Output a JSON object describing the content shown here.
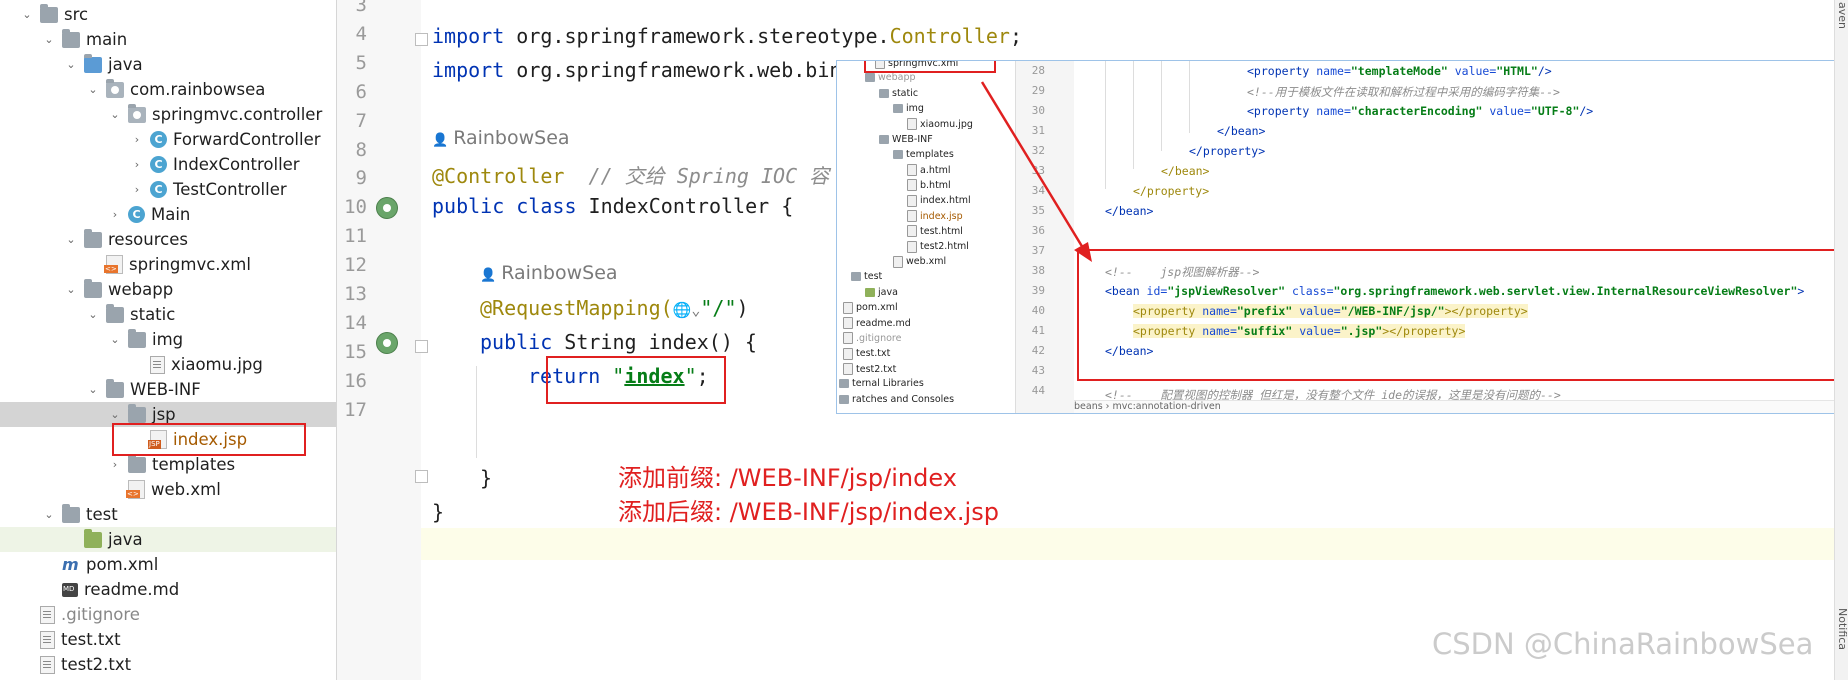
{
  "tree": {
    "items": [
      {
        "label": "src",
        "depth": 0,
        "expanded": true,
        "icon": "folder"
      },
      {
        "label": "main",
        "depth": 1,
        "expanded": true,
        "icon": "folder"
      },
      {
        "label": "java",
        "depth": 2,
        "expanded": true,
        "icon": "folder-blue"
      },
      {
        "label": "com.rainbowsea",
        "depth": 3,
        "expanded": true,
        "icon": "package"
      },
      {
        "label": "springmvc.controller",
        "depth": 4,
        "expanded": true,
        "icon": "package"
      },
      {
        "label": "ForwardController",
        "depth": 5,
        "collapsed": true,
        "icon": "class"
      },
      {
        "label": "IndexController",
        "depth": 5,
        "collapsed": true,
        "icon": "class"
      },
      {
        "label": "TestController",
        "depth": 5,
        "collapsed": true,
        "icon": "class"
      },
      {
        "label": "Main",
        "depth": 4,
        "collapsed": true,
        "icon": "class"
      },
      {
        "label": "resources",
        "depth": 2,
        "expanded": true,
        "icon": "folder-res"
      },
      {
        "label": "springmvc.xml",
        "depth": 3,
        "icon": "xml"
      },
      {
        "label": "webapp",
        "depth": 2,
        "expanded": true,
        "icon": "folder"
      },
      {
        "label": "static",
        "depth": 3,
        "expanded": true,
        "icon": "folder"
      },
      {
        "label": "img",
        "depth": 4,
        "expanded": true,
        "icon": "folder"
      },
      {
        "label": "xiaomu.jpg",
        "depth": 5,
        "icon": "file"
      },
      {
        "label": "WEB-INF",
        "depth": 3,
        "expanded": true,
        "icon": "folder"
      },
      {
        "label": "jsp",
        "depth": 4,
        "expanded": true,
        "icon": "folder",
        "selected": true
      },
      {
        "label": "index.jsp",
        "depth": 5,
        "icon": "jsp",
        "orange": true
      },
      {
        "label": "templates",
        "depth": 4,
        "collapsed": true,
        "icon": "folder"
      },
      {
        "label": "web.xml",
        "depth": 4,
        "icon": "xml"
      },
      {
        "label": "test",
        "depth": 1,
        "expanded": true,
        "icon": "folder"
      },
      {
        "label": "java",
        "depth": 2,
        "icon": "folder-green",
        "highlight": true
      },
      {
        "label": "pom.xml",
        "depth": 1,
        "icon": "maven"
      },
      {
        "label": "readme.md",
        "depth": 1,
        "icon": "md"
      },
      {
        "label": ".gitignore",
        "depth": 0,
        "icon": "file",
        "grey": true
      },
      {
        "label": "test.txt",
        "depth": 0,
        "icon": "file"
      },
      {
        "label": "test2.txt",
        "depth": 0,
        "icon": "file"
      }
    ]
  },
  "editor": {
    "line_numbers": [
      "3",
      "4",
      "5",
      "6",
      "7",
      "8",
      "9",
      "10",
      "11",
      "12",
      "13",
      "14",
      "15",
      "16",
      "17"
    ],
    "import1_kw": "import",
    "import1_pkg": " org.springframework.stereotype.",
    "import1_cls": "Controller",
    "import1_end": ";",
    "import2_kw": "import",
    "import2_pkg": " org.springframework.web.bin",
    "author1": "RainbowSea",
    "controller_ann": "@Controller",
    "controller_cmt": "  // 交给 Spring IOC 容",
    "class_kw": "public class ",
    "class_name": "IndexController {",
    "author2": "RainbowSea",
    "mapping_ann": "@RequestMapping(",
    "mapping_val": "\"/\"",
    "mapping_end": ")",
    "method_kw": "public ",
    "method_sig": "String index() {",
    "return_kw": "return ",
    "return_q1": "\"",
    "return_val": "index",
    "return_q2": "\"",
    "return_end": ";",
    "close_method": "}",
    "close_class": "}"
  },
  "annotations": {
    "prefix_note": "添加前缀: /WEB-INF/jsp/index",
    "suffix_note": "添加后缀: /WEB-INF/jsp/index.jsp"
  },
  "inset": {
    "tree": [
      {
        "label": "springmvc.xml",
        "indent": 36
      },
      {
        "label": "webapp",
        "indent": 26,
        "grey": true
      },
      {
        "label": "static",
        "indent": 40
      },
      {
        "label": "img",
        "indent": 54
      },
      {
        "label": "xiaomu.jpg",
        "indent": 68
      },
      {
        "label": "WEB-INF",
        "indent": 40
      },
      {
        "label": "templates",
        "indent": 54
      },
      {
        "label": "a.html",
        "indent": 68
      },
      {
        "label": "b.html",
        "indent": 68
      },
      {
        "label": "index.html",
        "indent": 68
      },
      {
        "label": "index.jsp",
        "indent": 68,
        "orange": true
      },
      {
        "label": "test.html",
        "indent": 68
      },
      {
        "label": "test2.html",
        "indent": 68
      },
      {
        "label": "web.xml",
        "indent": 54
      },
      {
        "label": "test",
        "indent": 12
      },
      {
        "label": "java",
        "indent": 26
      },
      {
        "label": "pom.xml",
        "indent": 4
      },
      {
        "label": "readme.md",
        "indent": 4
      },
      {
        "label": ".gitignore",
        "indent": 4,
        "grey": true
      },
      {
        "label": "test.txt",
        "indent": 4
      },
      {
        "label": "test2.txt",
        "indent": 4
      },
      {
        "label": "ternal Libraries",
        "indent": 0
      },
      {
        "label": "ratches and Consoles",
        "indent": 0
      }
    ],
    "line_numbers": [
      "28",
      "29",
      "30",
      "31",
      "32",
      "33",
      "34",
      "35",
      "36",
      "37",
      "38",
      "39",
      "40",
      "41",
      "42",
      "43",
      "44"
    ],
    "l28_tag": "<property ",
    "l28_a1": "name=",
    "l28_v1": "\"templateMode\"",
    "l28_a2": " value=",
    "l28_v2": "\"HTML\"",
    "l28_end": "/>",
    "l29": "<!--用于模板文件在读取和解析过程中采用的编码字符集-->",
    "l30_tag": "<property ",
    "l30_a1": "name=",
    "l30_v1": "\"characterEncoding\"",
    "l30_a2": " value=",
    "l30_v2": "\"UTF-8\"",
    "l30_end": "/>",
    "l31": "</bean>",
    "l32": "</property>",
    "l33": "</bean>",
    "l34": "</property>",
    "l35": "</bean>",
    "l38": "<!--    jsp视图解析器-->",
    "l39_tag": "<bean ",
    "l39_a1": "id=",
    "l39_v1": "\"jspViewResolver\"",
    "l39_a2": " class=",
    "l39_v2": "\"org.springframework.web.servlet.view.InternalResourceViewResolver\"",
    "l39_end": ">",
    "l40_tag": "<property ",
    "l40_a1": "name=",
    "l40_v1": "\"prefix\"",
    "l40_a2": " value=",
    "l40_v2": "\"/WEB-INF/jsp/\"",
    "l40_end": "></property>",
    "l41_tag": "<property ",
    "l41_a1": "name=",
    "l41_v1": "\"suffix\"",
    "l41_a2": " value=",
    "l41_v2": "\".jsp\"",
    "l41_end": "></property>",
    "l42": "</bean>",
    "l44": "<!--    配置视图的控制器 但红是，没有整个文件 ide的误报，这里是没有问题的-->",
    "breadcrumb": "beans  ›  mvc:annotation-driven"
  },
  "right_strip": {
    "top": "aven",
    "bottom": "Notifica"
  },
  "watermark": "CSDN @ChinaRainbowSea",
  "colors": {
    "keyword": "#0033b3",
    "annotation": "#9e880d",
    "string": "#067d17",
    "comment": "#8c8c8c",
    "highlight_red": "#e02020"
  }
}
